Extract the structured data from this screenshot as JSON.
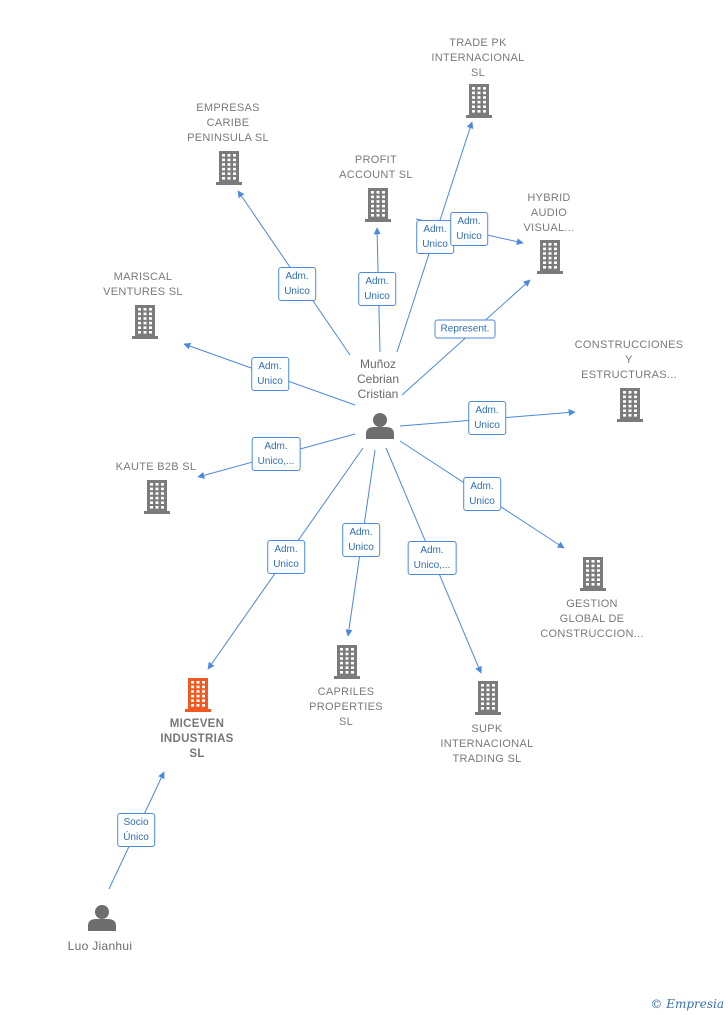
{
  "colors": {
    "edge": "#4a89dc",
    "company": "#7b7b7b",
    "highlight": "#f05a22",
    "person": "#6e6e6e"
  },
  "nodes": [
    {
      "id": "munoz",
      "type": "person",
      "label": "Muñoz\nCebrian\nCristian"
    },
    {
      "id": "trade",
      "type": "company",
      "label": "TRADE PK\nINTERNACIONAL\nSL"
    },
    {
      "id": "empresas",
      "type": "company",
      "label": "EMPRESAS\nCARIBE\nPENINSULA  SL"
    },
    {
      "id": "profit",
      "type": "company",
      "label": "PROFIT\nACCOUNT  SL"
    },
    {
      "id": "hybrid",
      "type": "company",
      "label": "HYBRID\nAUDIO\nVISUAL..."
    },
    {
      "id": "mariscal",
      "type": "company",
      "label": "MARISCAL\nVENTURES  SL"
    },
    {
      "id": "construc",
      "type": "company",
      "label": "CONSTRUCCIONES\nY\nESTRUCTURAS..."
    },
    {
      "id": "kaute",
      "type": "company",
      "label": "KAUTE B2B  SL"
    },
    {
      "id": "gestion",
      "type": "company",
      "label": "GESTION\nGLOBAL DE\nCONSTRUCCION..."
    },
    {
      "id": "capriles",
      "type": "company",
      "label": "CAPRILES\nPROPERTIES\nSL"
    },
    {
      "id": "supk",
      "type": "company",
      "label": "SUPK\nINTERNACIONAL\nTRADING  SL"
    },
    {
      "id": "miceven",
      "type": "company",
      "label": "MICEVEN\nINDUSTRIAS\nSL",
      "highlight": true
    },
    {
      "id": "luo",
      "type": "person",
      "label": "Luo Jianhui"
    }
  ],
  "edges": [
    {
      "from": "munoz",
      "to": "trade",
      "label": "Adm.\nUnico"
    },
    {
      "from": "munoz",
      "to": "hybrid",
      "label": "Adm.\nUnico"
    },
    {
      "from": "munoz",
      "to": "empresas",
      "label": "Adm.\nUnico"
    },
    {
      "from": "munoz",
      "to": "profit",
      "label": "Adm.\nUnico"
    },
    {
      "from": "munoz",
      "to": "hybrid",
      "label": "Represent."
    },
    {
      "from": "munoz",
      "to": "mariscal",
      "label": "Adm.\nUnico"
    },
    {
      "from": "munoz",
      "to": "construc",
      "label": "Adm.\nUnico"
    },
    {
      "from": "munoz",
      "to": "kaute",
      "label": "Adm.\nUnico,..."
    },
    {
      "from": "munoz",
      "to": "gestion",
      "label": "Adm.\nUnico"
    },
    {
      "from": "munoz",
      "to": "miceven",
      "label": "Adm.\nUnico"
    },
    {
      "from": "munoz",
      "to": "capriles",
      "label": "Adm.\nUnico"
    },
    {
      "from": "munoz",
      "to": "supk",
      "label": "Adm.\nUnico,..."
    },
    {
      "from": "luo",
      "to": "miceven",
      "label": "Socio\nÚnico"
    }
  ],
  "watermark": {
    "symbol": "©",
    "brand": "Empresia"
  }
}
